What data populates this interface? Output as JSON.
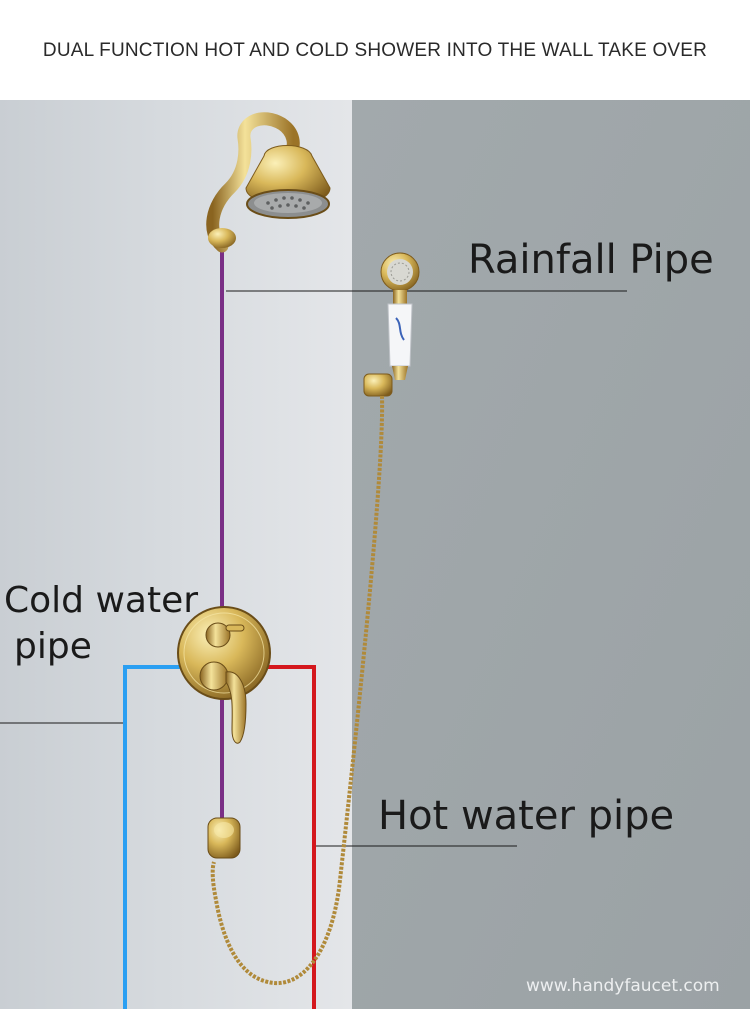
{
  "header": {
    "title": "DUAL FUNCTION HOT AND COLD SHOWER INTO THE WALL TAKE OVER"
  },
  "labels": {
    "rainfall": "Rainfall Pipe",
    "cold_line1": "Cold water",
    "cold_line2": "pipe",
    "hot": "Hot water pipe"
  },
  "watermark": "www.handyfaucet.com",
  "colors": {
    "left_wall": "#d4d8dc",
    "right_wall": "#9fa6a9",
    "rainfall_pipe": "#7a2f86",
    "cold_pipe": "#2a9ff2",
    "hot_pipe": "#d4171d",
    "gold": "#c9a24a"
  },
  "icons": [
    "shower-head-icon",
    "hand-shower-icon",
    "mixer-valve-icon",
    "wall-outlet-icon",
    "hose-icon"
  ]
}
